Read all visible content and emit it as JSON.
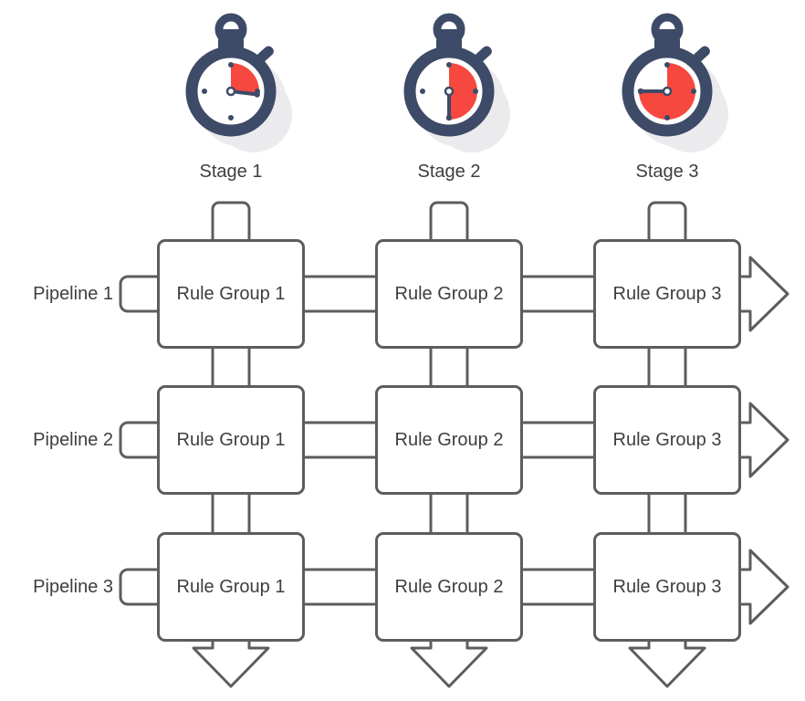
{
  "diagram": {
    "stages": [
      {
        "label": "Stage 1",
        "icon": "stopwatch-icon",
        "timer_sweep_deg": 97
      },
      {
        "label": "Stage 2",
        "icon": "stopwatch-icon",
        "timer_sweep_deg": 180
      },
      {
        "label": "Stage 3",
        "icon": "stopwatch-icon",
        "timer_sweep_deg": 270
      }
    ],
    "pipelines": [
      {
        "label": "Pipeline 1",
        "nodes": [
          "Rule Group 1",
          "Rule Group 2",
          "Rule Group 3"
        ]
      },
      {
        "label": "Pipeline 2",
        "nodes": [
          "Rule Group 1",
          "Rule Group 2",
          "Rule Group 3"
        ]
      },
      {
        "label": "Pipeline 3",
        "nodes": [
          "Rule Group 1",
          "Rule Group 2",
          "Rule Group 3"
        ]
      }
    ],
    "colors": {
      "stopwatch_body": "#3d4b68",
      "stopwatch_progress": "#f7483f",
      "stopwatch_shadow": "#ebebee",
      "connector_stroke": "#5d5d5d",
      "text": "#3e3e3e",
      "background": "#ffffff"
    }
  }
}
